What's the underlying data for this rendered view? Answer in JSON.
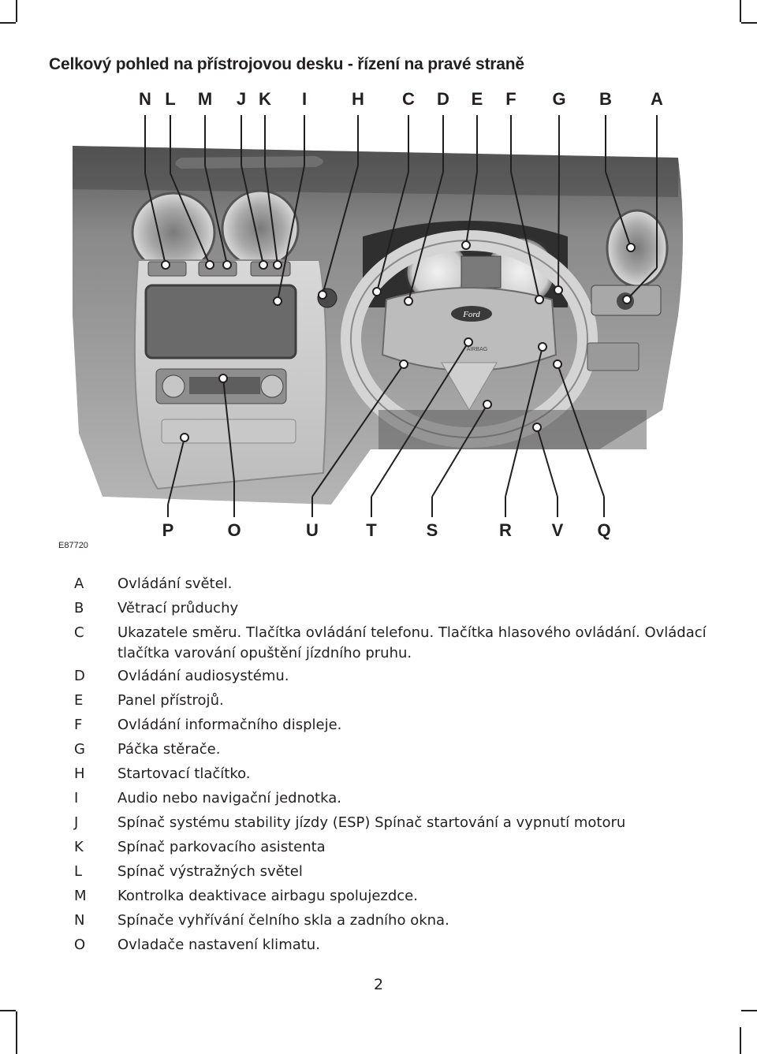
{
  "page": {
    "title": "Celkový pohled na přístrojovou desku - řízení na pravé straně",
    "figure_code": "E87720",
    "page_number": "2"
  },
  "figure": {
    "top_labels": [
      "N",
      "L",
      "M",
      "J",
      "K",
      "I",
      "H",
      "C",
      "D",
      "E",
      "F",
      "G",
      "B",
      "A"
    ],
    "bottom_labels": [
      "P",
      "O",
      "U",
      "T",
      "S",
      "R",
      "V",
      "Q"
    ]
  },
  "legend": [
    {
      "key": "A",
      "text": "Ovládání světel."
    },
    {
      "key": "B",
      "text": "Větrací průduchy"
    },
    {
      "key": "C",
      "text": "Ukazatele směru. Tlačítka ovládání telefonu. Tlačítka hlasového ovládání. Ovládací tlačítka varování opuštění jízdního pruhu."
    },
    {
      "key": "D",
      "text": "Ovládání audiosystému."
    },
    {
      "key": "E",
      "text": "Panel přístrojů."
    },
    {
      "key": "F",
      "text": "Ovládání informačního displeje."
    },
    {
      "key": "G",
      "text": "Páčka stěrače."
    },
    {
      "key": "H",
      "text": "Startovací tlačítko."
    },
    {
      "key": "I",
      "text": "Audio nebo navigační jednotka."
    },
    {
      "key": "J",
      "text": "Spínač systému stability jízdy (ESP) Spínač startování a vypnutí motoru"
    },
    {
      "key": "K",
      "text": "Spínač parkovacího asistenta"
    },
    {
      "key": "L",
      "text": "Spínač výstražných světel"
    },
    {
      "key": "M",
      "text": "Kontrolka deaktivace airbagu spolujezdce."
    },
    {
      "key": "N",
      "text": "Spínače vyhřívání čelního skla a zadního okna."
    },
    {
      "key": "O",
      "text": "Ovladače nastavení klimatu."
    }
  ],
  "icons": {
    "steering_wheel_badge": "Ford",
    "airbag_text": "AIRBAG"
  }
}
